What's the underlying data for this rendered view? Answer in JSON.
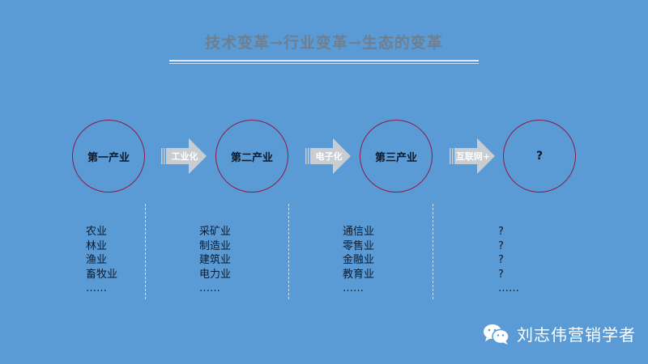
{
  "header": {
    "title": "技术变革→行业变革→生态的变革"
  },
  "stages": [
    {
      "label": "第一产业",
      "industries": [
        "农业",
        "林业",
        "渔业",
        "畜牧业",
        "……"
      ]
    },
    {
      "label": "第二产业",
      "industries": [
        "采矿业",
        "制造业",
        "建筑业",
        "电力业",
        "……"
      ]
    },
    {
      "label": "第三产业",
      "industries": [
        "通信业",
        "零售业",
        "金融业",
        "教育业",
        "……"
      ]
    },
    {
      "label": "?",
      "industries": [
        "?",
        "?",
        "?",
        "?",
        "……"
      ]
    }
  ],
  "transitions": [
    {
      "label": "工业化"
    },
    {
      "label": "电子化"
    },
    {
      "label": "互联网+"
    }
  ],
  "footer": {
    "icon": "wechat-icon",
    "brand": "刘志伟营销学者"
  },
  "colors": {
    "background": "#5b9bd5",
    "circle_border": "#8b1a4a",
    "arrow_fill": "#c8cdd2",
    "title_text": "#6e7f8f"
  }
}
